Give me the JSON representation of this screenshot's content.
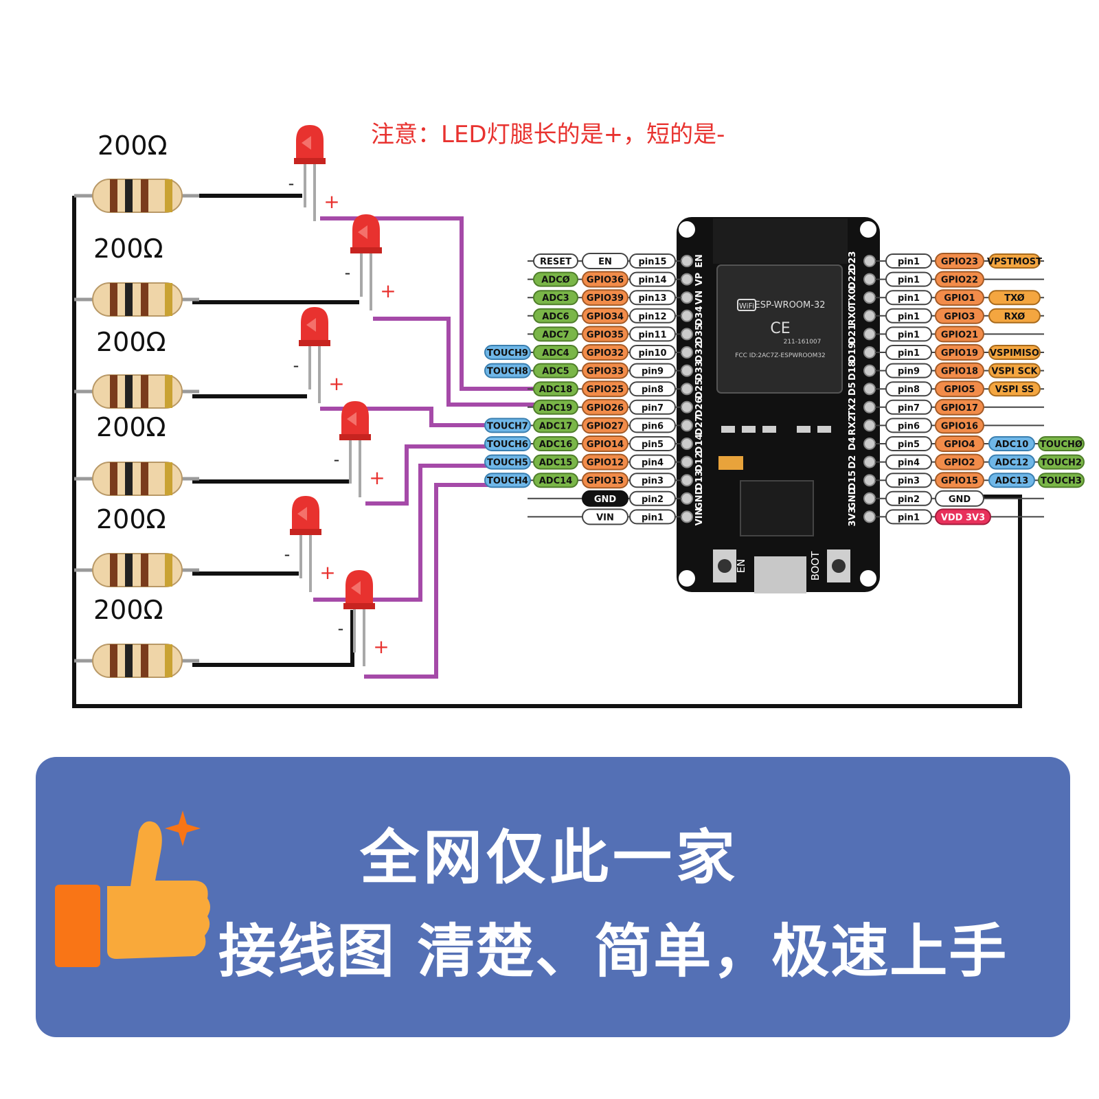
{
  "note": "注意：LED灯腿长的是+，短的是-",
  "resistor_label": "200Ω",
  "resistor_count": 6,
  "led_minus": "-",
  "led_plus": "+",
  "module": {
    "brand_chip": "ESP-WROOM-32",
    "wifi": "WiFi",
    "ce": "CE",
    "cert": "211-161007",
    "fcc": "FCC ID:2AC7Z-ESPWROOM32",
    "btn_en": "EN",
    "btn_boot": "BOOT",
    "left_silk": [
      "EN",
      "VP",
      "VN",
      "D34",
      "D35",
      "D32",
      "D33",
      "D25",
      "D26",
      "D27",
      "D14",
      "D12",
      "D13",
      "GND",
      "VIN"
    ],
    "right_silk": [
      "D23",
      "D22",
      "TX0",
      "RX0",
      "D21",
      "D19",
      "D18",
      "D5",
      "TX2",
      "RX2",
      "D4",
      "D2",
      "D15",
      "GND",
      "3V3"
    ]
  },
  "left_pins": [
    {
      "a": "RESET",
      "b": "EN",
      "pin": "pin15",
      "t": ""
    },
    {
      "a": "ADCØ",
      "b": "GPIO36",
      "pin": "pin14",
      "t": ""
    },
    {
      "a": "ADC3",
      "b": "GPIO39",
      "pin": "pin13",
      "t": ""
    },
    {
      "a": "ADC6",
      "b": "GPIO34",
      "pin": "pin12",
      "t": ""
    },
    {
      "a": "ADC7",
      "b": "GPIO35",
      "pin": "pin11",
      "t": ""
    },
    {
      "a": "ADC4",
      "b": "GPIO32",
      "pin": "pin10",
      "t": "TOUCH9"
    },
    {
      "a": "ADC5",
      "b": "GPIO33",
      "pin": "pin9",
      "t": "TOUCH8"
    },
    {
      "a": "ADC18",
      "b": "GPIO25",
      "pin": "pin8",
      "t": ""
    },
    {
      "a": "ADC19",
      "b": "GPIO26",
      "pin": "pin7",
      "t": ""
    },
    {
      "a": "ADC17",
      "b": "GPIO27",
      "pin": "pin6",
      "t": "TOUCH7"
    },
    {
      "a": "ADC16",
      "b": "GPIO14",
      "pin": "pin5",
      "t": "TOUCH6"
    },
    {
      "a": "ADC15",
      "b": "GPIO12",
      "pin": "pin4",
      "t": "TOUCH5"
    },
    {
      "a": "ADC14",
      "b": "GPIO13",
      "pin": "pin3",
      "t": "TOUCH4"
    },
    {
      "a": "",
      "b": "GND",
      "pin": "pin2",
      "t": ""
    },
    {
      "a": "",
      "b": "VIN",
      "pin": "pin1",
      "t": ""
    }
  ],
  "right_pins": [
    {
      "pin": "pin1",
      "g": "GPIO23",
      "f": "VPSTMOST",
      "x": ""
    },
    {
      "pin": "pin1",
      "g": "GPIO22",
      "f": "",
      "x": ""
    },
    {
      "pin": "pin1",
      "g": "GPIO1",
      "f": "TXØ",
      "x": ""
    },
    {
      "pin": "pin1",
      "g": "GPIO3",
      "f": "RXØ",
      "x": ""
    },
    {
      "pin": "pin1",
      "g": "GPIO21",
      "f": "",
      "x": ""
    },
    {
      "pin": "pin1",
      "g": "GPIO19",
      "f": "VSPIMISO",
      "x": ""
    },
    {
      "pin": "pin9",
      "g": "GPIO18",
      "f": "VSPI SCK",
      "x": ""
    },
    {
      "pin": "pin8",
      "g": "GPIO5",
      "f": "VSPI SS",
      "x": ""
    },
    {
      "pin": "pin7",
      "g": "GPIO17",
      "f": "",
      "x": ""
    },
    {
      "pin": "pin6",
      "g": "GPIO16",
      "f": "",
      "x": ""
    },
    {
      "pin": "pin5",
      "g": "GPIO4",
      "f": "ADC10",
      "x": "TOUCHØ"
    },
    {
      "pin": "pin4",
      "g": "GPIO2",
      "f": "ADC12",
      "x": "TOUCH2"
    },
    {
      "pin": "pin3",
      "g": "GPIO15",
      "f": "ADC13",
      "x": "TOUCH3"
    },
    {
      "pin": "pin2",
      "g": "GND",
      "f": "",
      "x": ""
    },
    {
      "pin": "pin1",
      "g": "VDD 3V3",
      "f": "",
      "x": ""
    }
  ],
  "banner": {
    "title": "全网仅此一家",
    "subtitle": "接线图 清楚、简单，极速上手"
  },
  "colors": {
    "wire_black": "#111111",
    "wire_purple": "#a54aa8",
    "led_red": "#e8322f",
    "banner_bg": "#5470b5",
    "adc_green": "#7ab648",
    "gpio_orange": "#f28c4a",
    "touch_blue": "#6fb7e8",
    "func_yellow": "#f4a640",
    "vdd_red": "#e8315b"
  }
}
